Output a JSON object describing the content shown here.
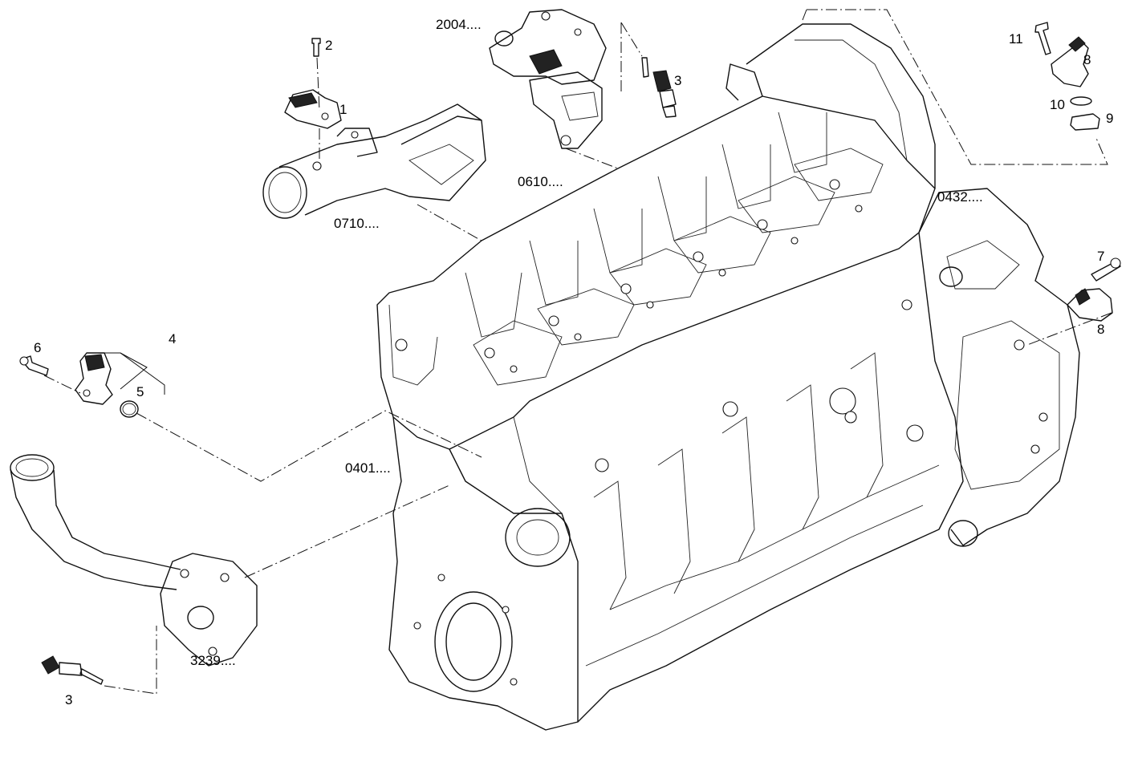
{
  "labels": {
    "p2004": "2004....",
    "p0610": "0610....",
    "p0710": "0710....",
    "p0432": "0432....",
    "p0401": "0401....",
    "p3239": "3239....",
    "n1": "1",
    "n2": "2",
    "n3_top": "3",
    "n3_bottom": "3",
    "n4": "4",
    "n5": "5",
    "n6": "6",
    "n7": "7",
    "n8_top": "8",
    "n8_right": "8",
    "n9": "9",
    "n10": "10",
    "n11": "11"
  }
}
